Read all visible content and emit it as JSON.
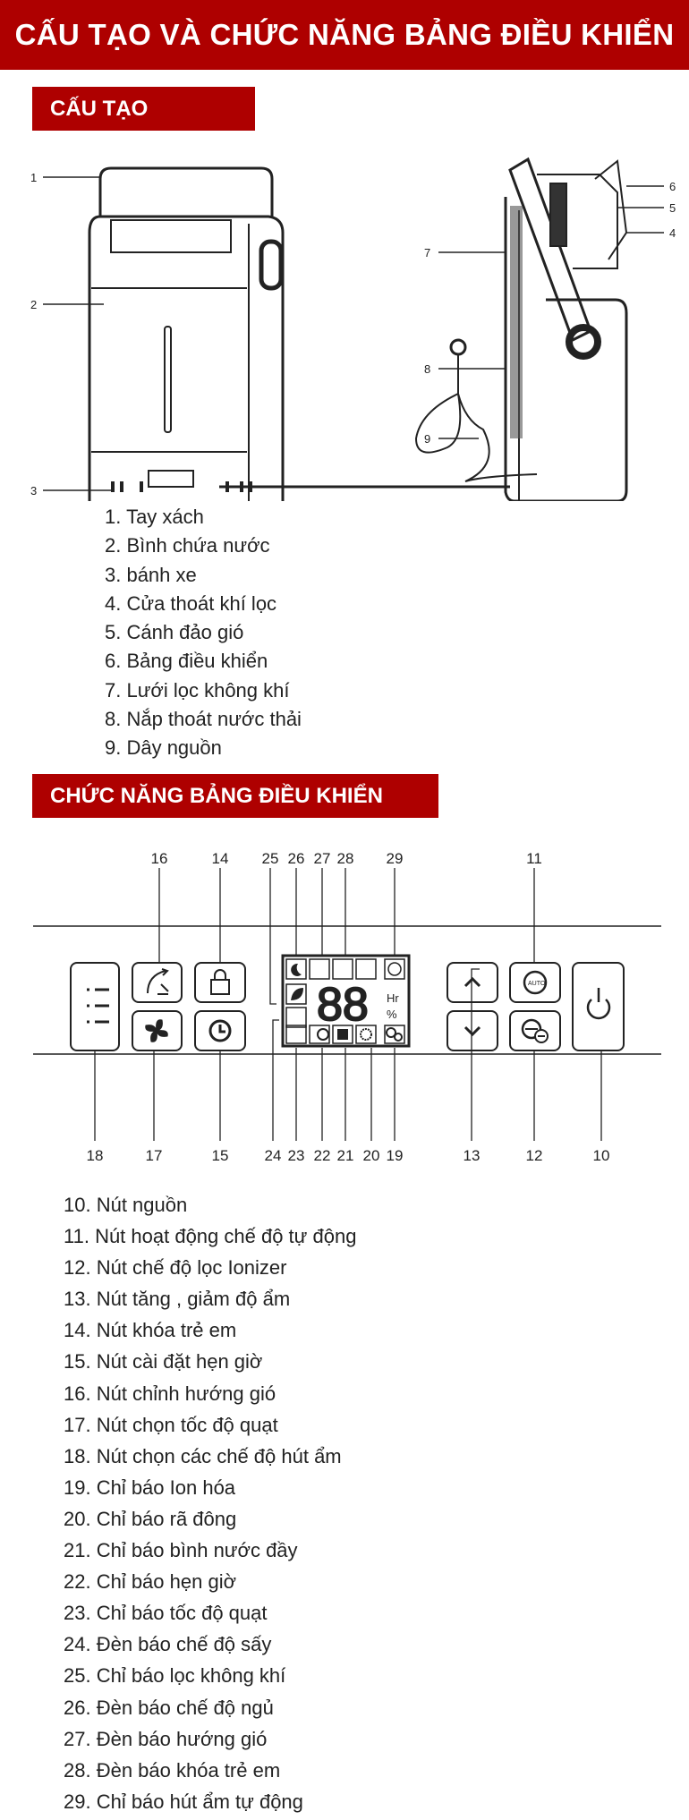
{
  "title": "CẤU TẠO VÀ CHỨC NĂNG BẢNG ĐIỀU KHIỂN",
  "structure": {
    "heading": "CẤU TẠO",
    "diagram_labels": [
      "1",
      "2",
      "3",
      "4",
      "5",
      "6",
      "7",
      "8",
      "9"
    ],
    "items": [
      "1. Tay xách",
      "2. Bình chứa nước",
      "3. bánh xe",
      "4. Cửa thoát khí lọc",
      "5. Cánh đảo gió",
      "6. Bảng điều khiển",
      "7. Lưới lọc không khí",
      "8. Nắp thoát nước thải",
      "9. Dây nguồn"
    ]
  },
  "panel": {
    "heading": "CHỨC NĂNG BẢNG ĐIỀU KHIỂN",
    "top_labels": [
      "16",
      "14",
      "25",
      "26",
      "27",
      "28",
      "29",
      "11"
    ],
    "bottom_labels": [
      "18",
      "17",
      "15",
      "24",
      "23",
      "22",
      "21",
      "20",
      "19",
      "13",
      "12",
      "10"
    ],
    "display": {
      "digits": "88",
      "unit_hr": "Hr",
      "unit_pct": "%",
      "auto_text": "AUTO"
    },
    "items": [
      "10. Nút nguồn",
      "11.  Nút hoạt động chế độ tự động",
      "12. Nút chế độ lọc Ionizer",
      "13. Nút tăng , giảm độ ẩm",
      "14. Nút khóa trẻ em",
      "15. Nút cài đặt hẹn giờ",
      "16. Nút chỉnh hướng gió",
      "17. Nút chọn tốc độ quạt",
      "18. Nút chọn các chế độ hút ẩm",
      "19. Chỉ báo Ion hóa",
      "20. Chỉ báo rã đông",
      "21. Chỉ báo bình nước đầy",
      "22. Chỉ báo hẹn giờ",
      "23. Chỉ báo tốc độ quạt",
      "24. Đèn báo chế độ sấy",
      "25. Chỉ báo lọc không khí",
      "26. Đèn báo chế độ ngủ",
      "27. Đèn báo hướng gió",
      "28. Đèn báo khóa trẻ em",
      "29. Chỉ báo hút ẩm tự động"
    ]
  },
  "colors": {
    "accent": "#ae0000",
    "text": "#222222"
  }
}
